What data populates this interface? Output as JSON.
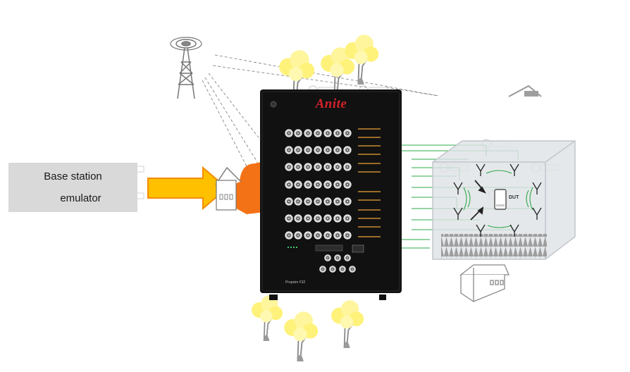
{
  "base_station": {
    "line1": "Base station",
    "line2": "emulator"
  },
  "emulator_brand": "Anite",
  "emulator_model": "Propsim F32",
  "dut_label": "DUT",
  "colors": {
    "arrow_fill": "#ffc000",
    "arrow_stroke": "#f28c00",
    "cloud": "#f47216",
    "tree_foliage": "#fff27a",
    "cabinet": "#111111",
    "brand_red": "#d4232b",
    "chamber_green": "#2ea84a",
    "chamber_box": "#dfe2e6"
  }
}
